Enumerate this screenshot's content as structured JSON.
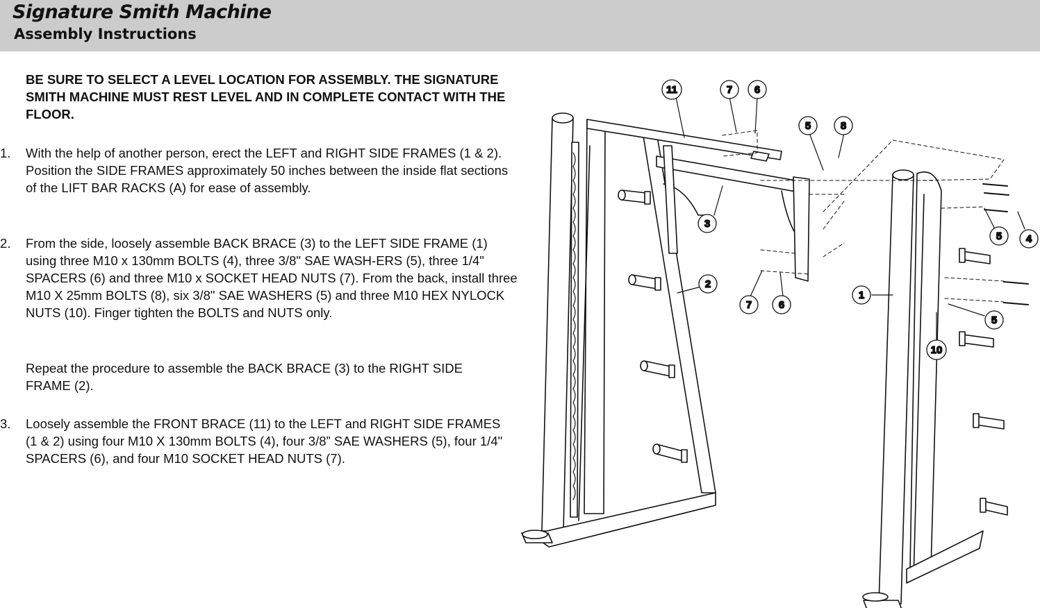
{
  "header": {
    "title": "Signature Smith Machine",
    "subtitle": "Assembly Instructions"
  },
  "warning": "BE SURE TO SELECT A LEVEL LOCATION FOR ASSEMBLY. THE SIGNATURE SMITH MACHINE MUST REST LEVEL AND IN COMPLETE CONTACT WITH THE FLOOR.",
  "steps": [
    {
      "number": "1.",
      "text": "With the help of another person, erect the LEFT and RIGHT SIDE FRAMES (1 & 2). Position the SIDE FRAMES approximately 50 inches between the inside flat sections of the LIFT BAR RACKS (A) for ease of assembly."
    },
    {
      "number": "2.",
      "text": "From the side, loosely assemble BACK BRACE (3) to the LEFT SIDE FRAME (1) using three M10 x 130mm BOLTS (4), three 3/8\" SAE WASH-ERS (5), three 1/4\" SPACERS (6) and three M10 x SOCKET HEAD NUTS (7). From the back, install three M10 X 25mm BOLTS (8), six 3/8\" SAE WASHERS (5) and three M10 HEX NYLOCK NUTS (10). Finger tighten the BOLTS and NUTS only.",
      "note": "Repeat the procedure to assemble the BACK BRACE (3) to the RIGHT SIDE FRAME (2)."
    },
    {
      "number": "3.",
      "text": "Loosely assemble the FRONT BRACE (11) to the LEFT and RIGHT SIDE FRAMES (1 & 2) using four M10 X 130mm BOLTS (4), four 3/8” SAE WASHERS (5), four 1/4\" SPACERS (6), and four M10 SOCKET HEAD NUTS (7)."
    }
  ],
  "callouts": [
    "11",
    "7",
    "6",
    "5",
    "8",
    "3",
    "5",
    "4",
    "2",
    "7",
    "6",
    "1",
    "5",
    "10"
  ]
}
